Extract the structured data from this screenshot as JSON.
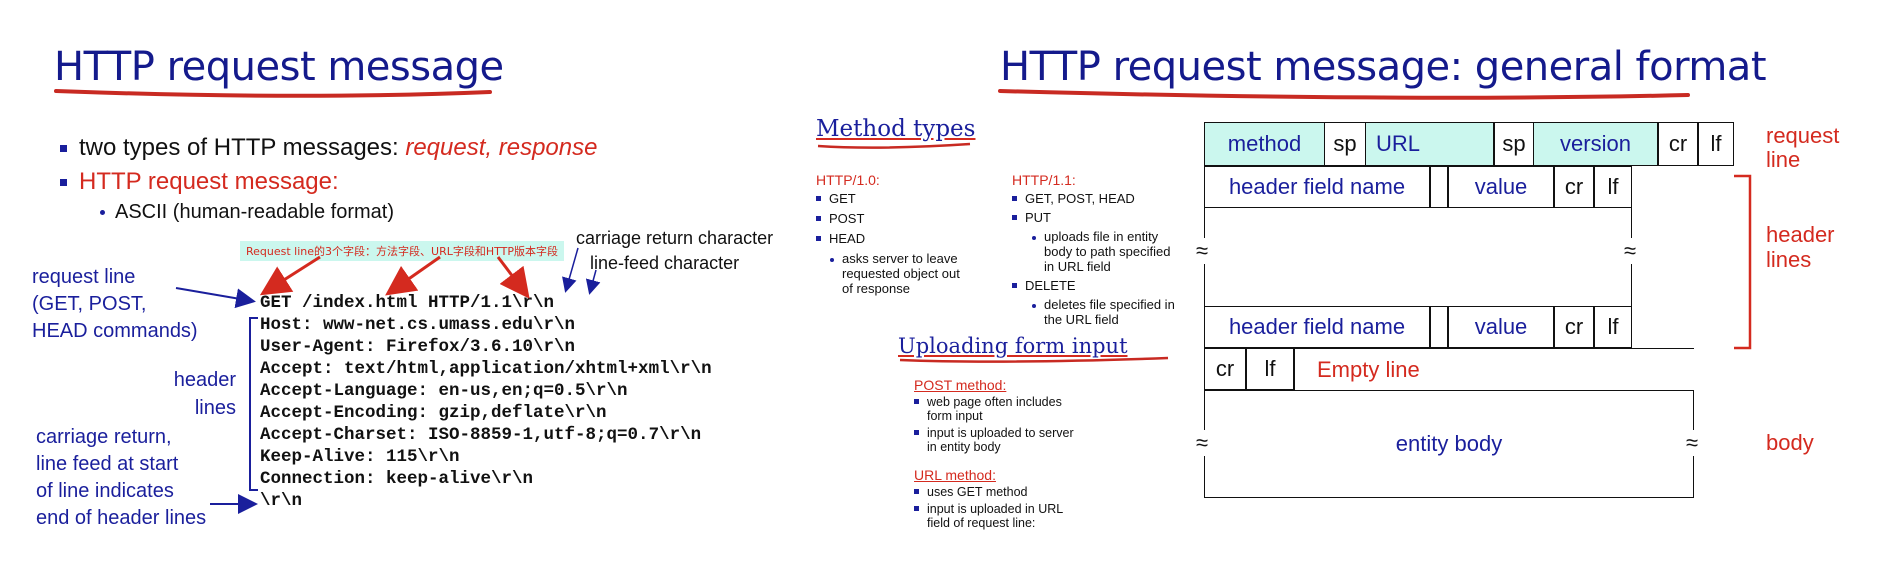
{
  "left": {
    "title": "HTTP request message",
    "bullet1_prefix": "two types of HTTP messages: ",
    "bullet1_emph": "request, response",
    "bullet2": "HTTP request message:",
    "sub_bullet": "ASCII (human-readable format)",
    "chinese_note": "Request line的3个字段：方法字段、URL字段和HTTP版本字段",
    "annot_cr": "carriage return character",
    "annot_lf": "line-feed character",
    "annot_request_line": [
      "request line",
      "(GET, POST,",
      "HEAD commands)"
    ],
    "annot_header_lines": [
      "header",
      "lines"
    ],
    "annot_crlf": [
      "carriage return,",
      "line feed at start",
      "of line indicates",
      "end of header lines"
    ],
    "code_lines": [
      "GET /index.html HTTP/1.1\\r\\n",
      "Host: www-net.cs.umass.edu\\r\\n",
      "User-Agent: Firefox/3.6.10\\r\\n",
      "Accept: text/html,application/xhtml+xml\\r\\n",
      "Accept-Language: en-us,en;q=0.5\\r\\n",
      "Accept-Encoding: gzip,deflate\\r\\n",
      "Accept-Charset: ISO-8859-1,utf-8;q=0.7\\r\\n",
      "Keep-Alive: 115\\r\\n",
      "Connection: keep-alive\\r\\n",
      "\\r\\n"
    ]
  },
  "right": {
    "title": "HTTP request message: general format",
    "method_types_heading": "Method types",
    "http10": {
      "title": "HTTP/1.0:",
      "items": [
        "GET",
        "POST",
        "HEAD"
      ],
      "head_sub": [
        "asks server to leave",
        "requested object out",
        "of response"
      ]
    },
    "http11": {
      "title": "HTTP/1.1:",
      "item1": "GET, POST, HEAD",
      "item2": "PUT",
      "put_sub": [
        "uploads file in entity",
        "body to path specified",
        "in URL field"
      ],
      "item3": "DELETE",
      "delete_sub": [
        "deletes file specified in",
        "the URL field"
      ]
    },
    "uploading_heading": "Uploading form input",
    "post": {
      "heading": "POST method:",
      "items": [
        [
          "web page often includes",
          "form input"
        ],
        [
          "input is uploaded to server",
          "in entity body"
        ]
      ]
    },
    "url": {
      "heading": "URL method:",
      "items": [
        [
          "uses GET method"
        ],
        [
          "input is uploaded in URL",
          "field of request line:"
        ]
      ]
    },
    "format": {
      "method": "method",
      "sp": "sp",
      "url": "URL",
      "version": "version",
      "cr": "cr",
      "lf": "lf",
      "header_field_name": "header field name",
      "value": "value",
      "empty_line": "Empty line",
      "entity_body": "entity body",
      "wavy": "≈"
    },
    "labels": {
      "request_line": [
        "request",
        "line"
      ],
      "header_lines": [
        "header",
        "lines"
      ],
      "body": "body"
    }
  }
}
